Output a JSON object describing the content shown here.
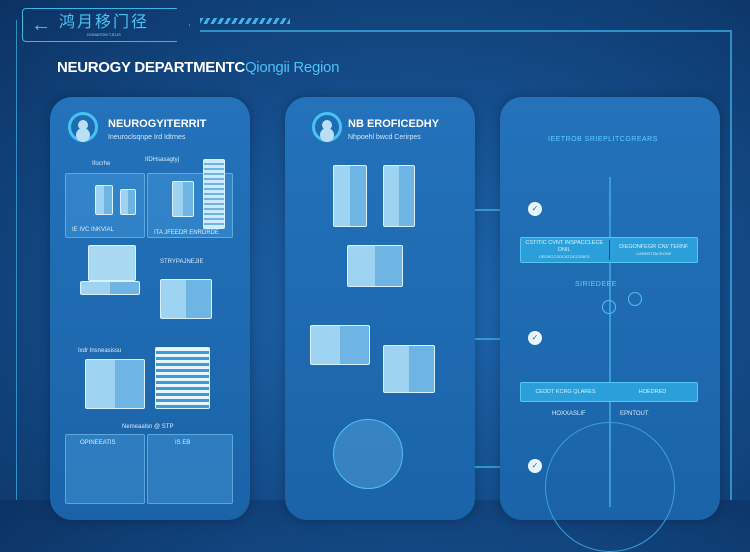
{
  "header": {
    "back_label": "←",
    "title": "鸿月移门径",
    "subtitle": "DOMATOM TJDJS"
  },
  "page_title": {
    "main": "NEUROGY DEPARTMENTC",
    "region": "Qiongii Region"
  },
  "panels": [
    {
      "heading": "NEUROGYITERRIT",
      "sub": "Ineuroclsqnpe Ird Idtrnes",
      "labels": [
        "Ifocrhe",
        "IIDHsasagtyj",
        "IE IVC INKVIAL",
        "ITA JFEEDR ENRDRDE",
        "STRYPAJNEJIE",
        "Ixdr  Insneasissu",
        "Nemeaalsn  @ STP",
        "OPINEEATIS",
        "IS EB"
      ]
    },
    {
      "heading": "NB EROFICEDHY",
      "sub": "Nhpoehl bwcd Cerirpes"
    },
    {
      "heading": "IEETROB SRIEPLITCGREARS",
      "labels": [
        "CSTITIC CVNT INSPACCLECE DNIL",
        "CEOSCCODCATOCCDSES",
        "DIEGONFEGR CNI/ TERNF",
        "CARNITITACROSE",
        "SIRIEDEEE",
        "CEDDT KCRG QLARES",
        "HOEDRED",
        "HOXXASLIF",
        "EPNTOUT"
      ]
    }
  ],
  "colors": {
    "accent": "#4cc3f5",
    "background": "#154f8e"
  }
}
